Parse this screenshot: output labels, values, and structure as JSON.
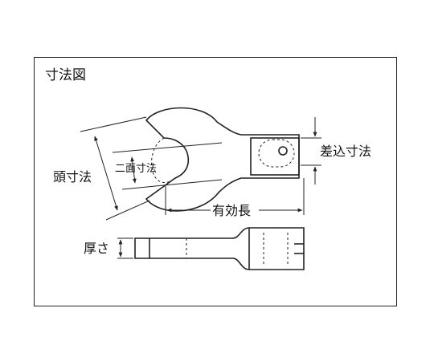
{
  "diagram": {
    "title": "寸法図",
    "labels": {
      "head_size": "頭寸法",
      "width_across_flats": "二面寸法",
      "effective_length": "有効長",
      "insert_size": "差込寸法",
      "thickness": "厚さ"
    },
    "colors": {
      "line": "#222222",
      "background": "#ffffff"
    }
  }
}
